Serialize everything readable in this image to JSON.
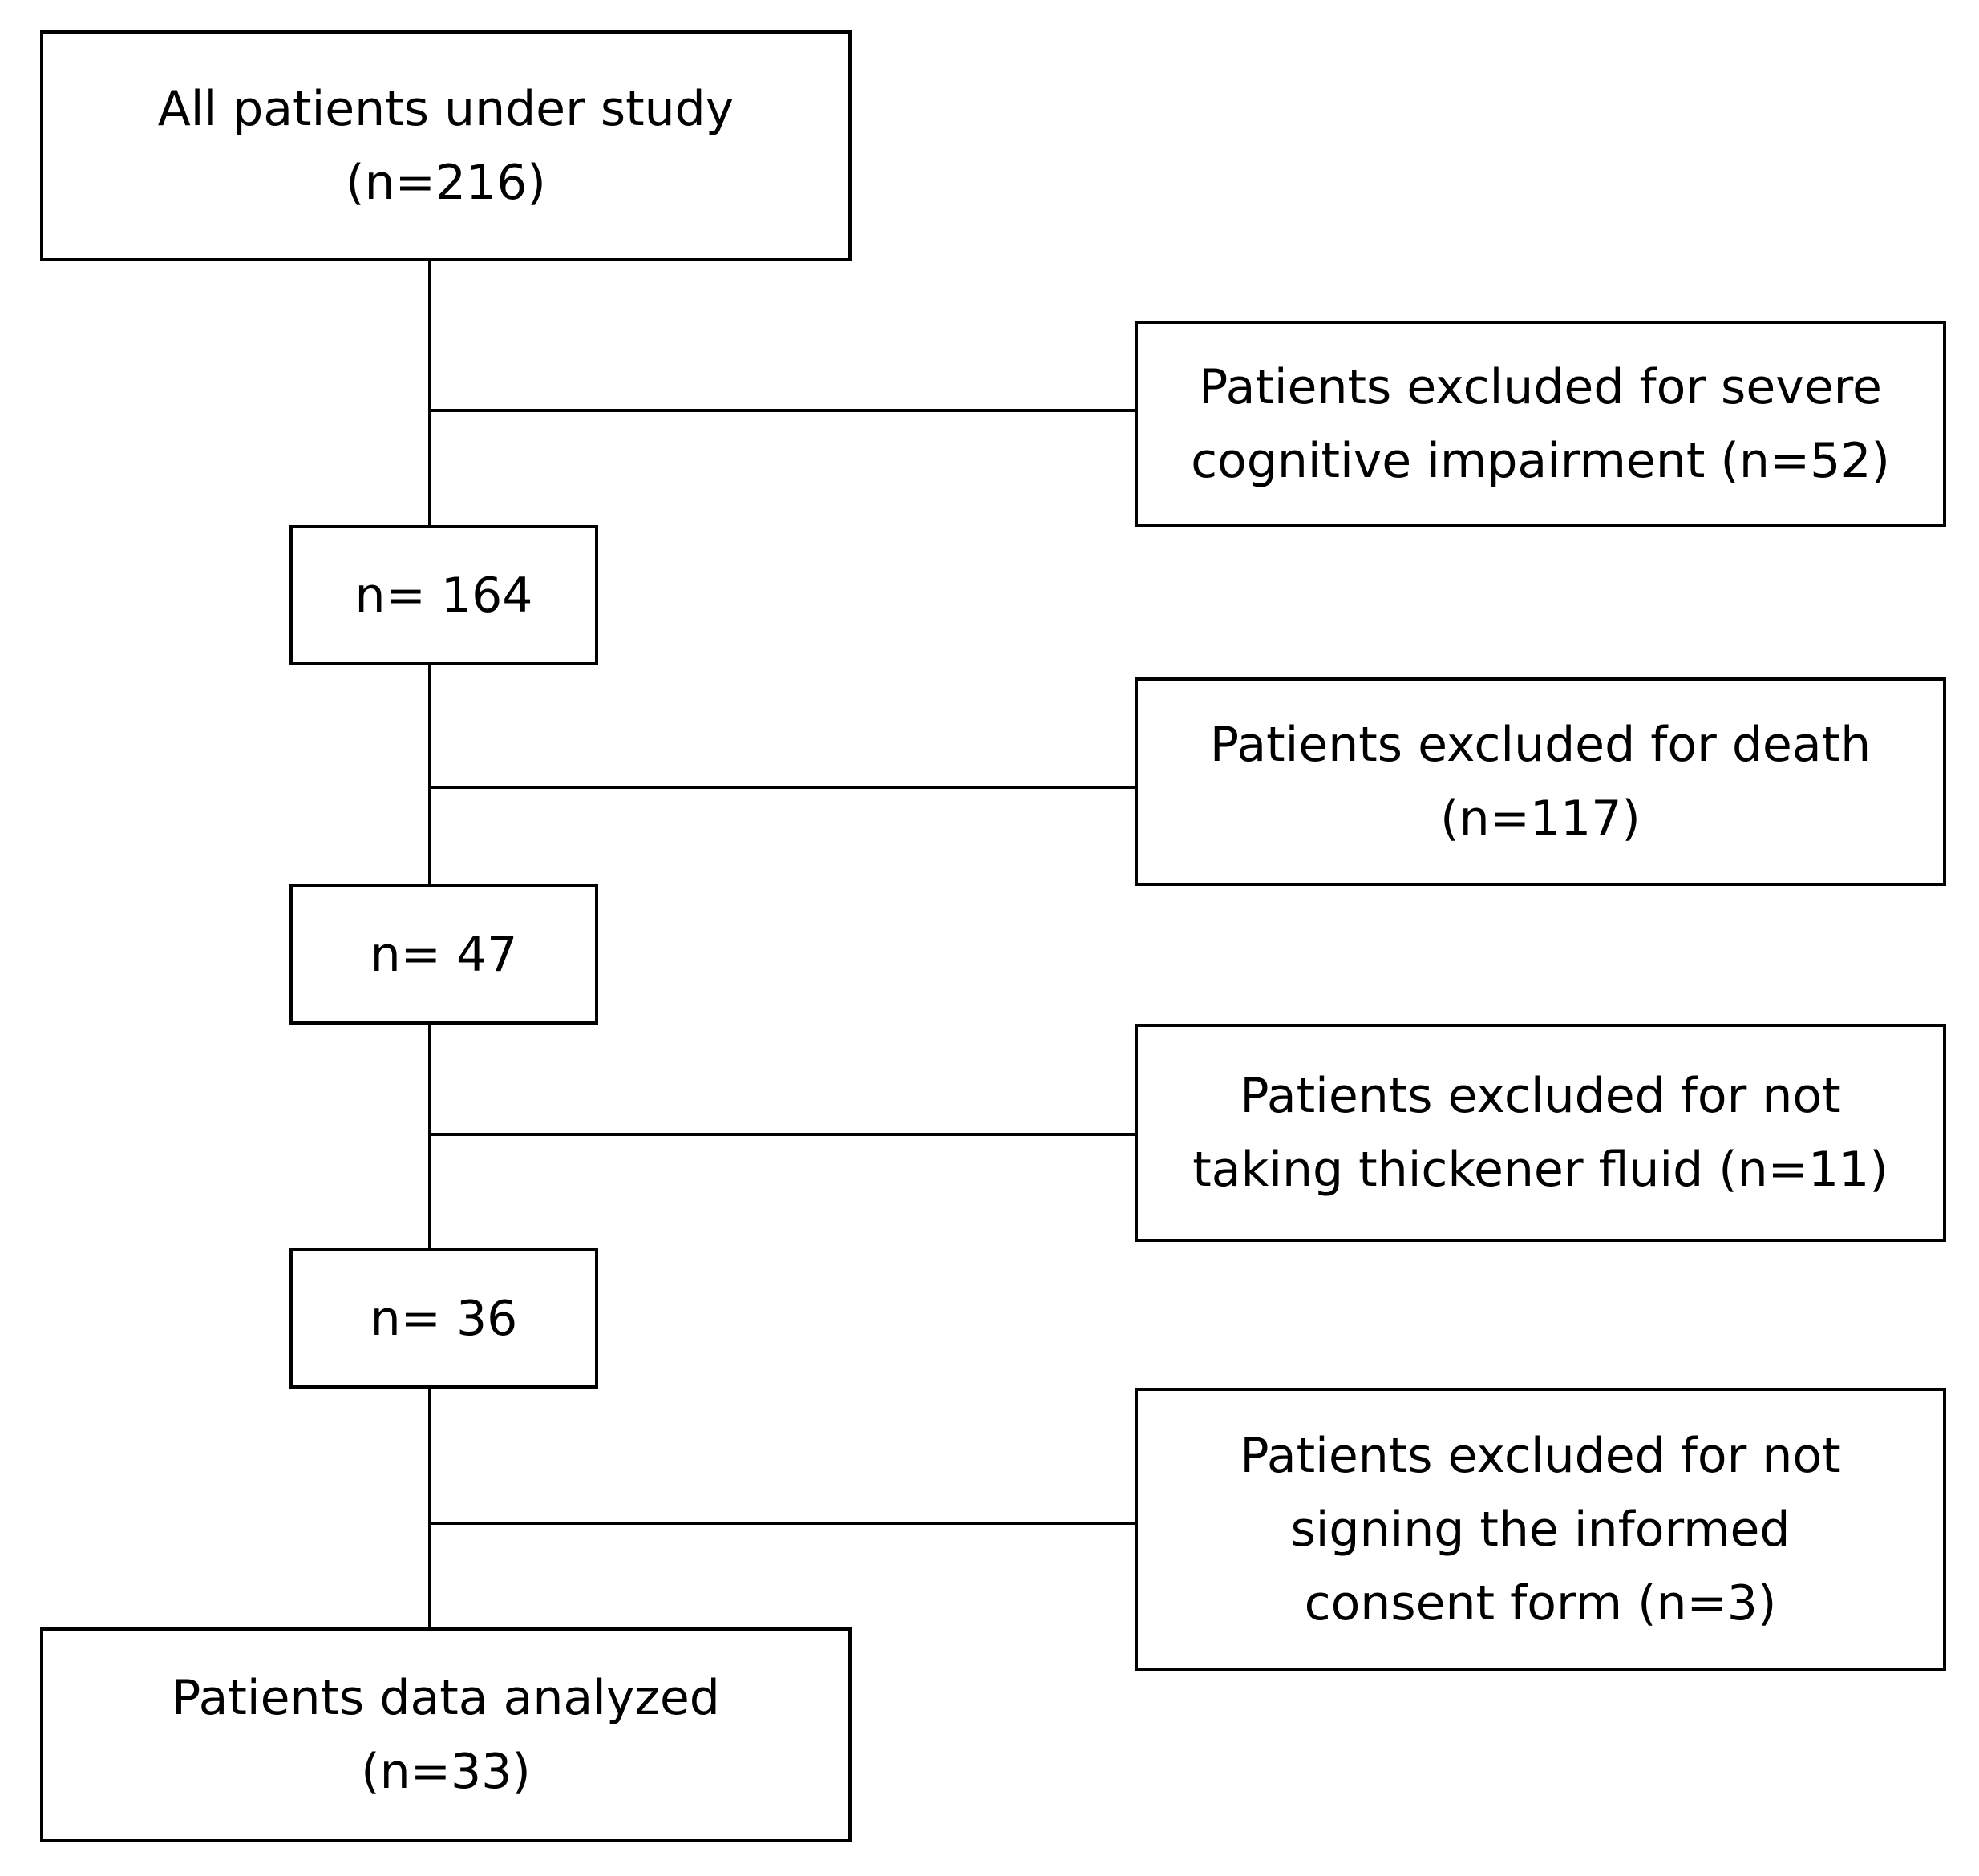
{
  "flowchart": {
    "main_boxes": [
      {
        "lines": [
          "All patients under study",
          "(n=216)"
        ]
      },
      {
        "lines": [
          "n= 164"
        ]
      },
      {
        "lines": [
          "n= 47"
        ]
      },
      {
        "lines": [
          "n= 36"
        ]
      },
      {
        "lines": [
          "Patients data analyzed",
          "(n=33)"
        ]
      }
    ],
    "exclusion_boxes": [
      {
        "lines": [
          "Patients excluded for severe",
          "cognitive impairment (n=52)"
        ]
      },
      {
        "lines": [
          "Patients excluded for death",
          "(n=117)"
        ]
      },
      {
        "lines": [
          "Patients excluded for not",
          "taking thickener fluid (n=11)"
        ]
      },
      {
        "lines": [
          "Patients excluded for not",
          "signing the informed",
          "consent form (n=3)"
        ]
      }
    ]
  }
}
